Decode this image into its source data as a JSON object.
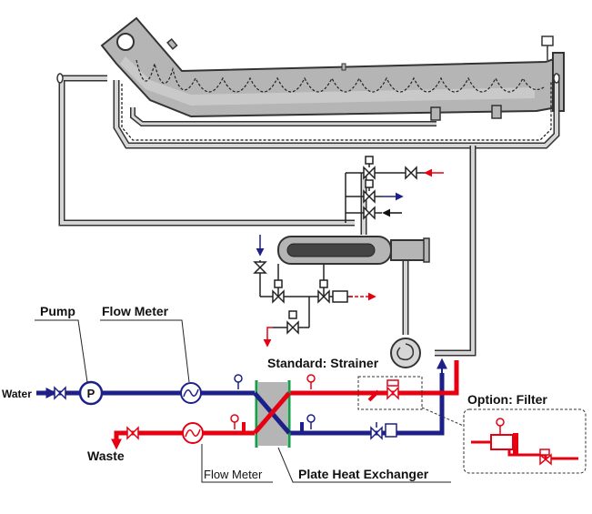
{
  "labels": {
    "pump": "Pump",
    "flow_meter_top": "Flow Meter",
    "flow_meter_bottom": "Flow Meter",
    "water": "Water",
    "waste": "Waste",
    "strainer": "Standard: Strainer",
    "filter": "Option: Filter",
    "plate_heat_exchanger": "Plate Heat Exchanger",
    "pump_symbol": "P"
  },
  "colors": {
    "hot": "#e60012",
    "cold": "#1d2088",
    "arrow_blue": "#0068b7",
    "frame": "#555555",
    "frame_fill": "#b5b5b5",
    "exchanger_green": "#1a9a4a"
  }
}
